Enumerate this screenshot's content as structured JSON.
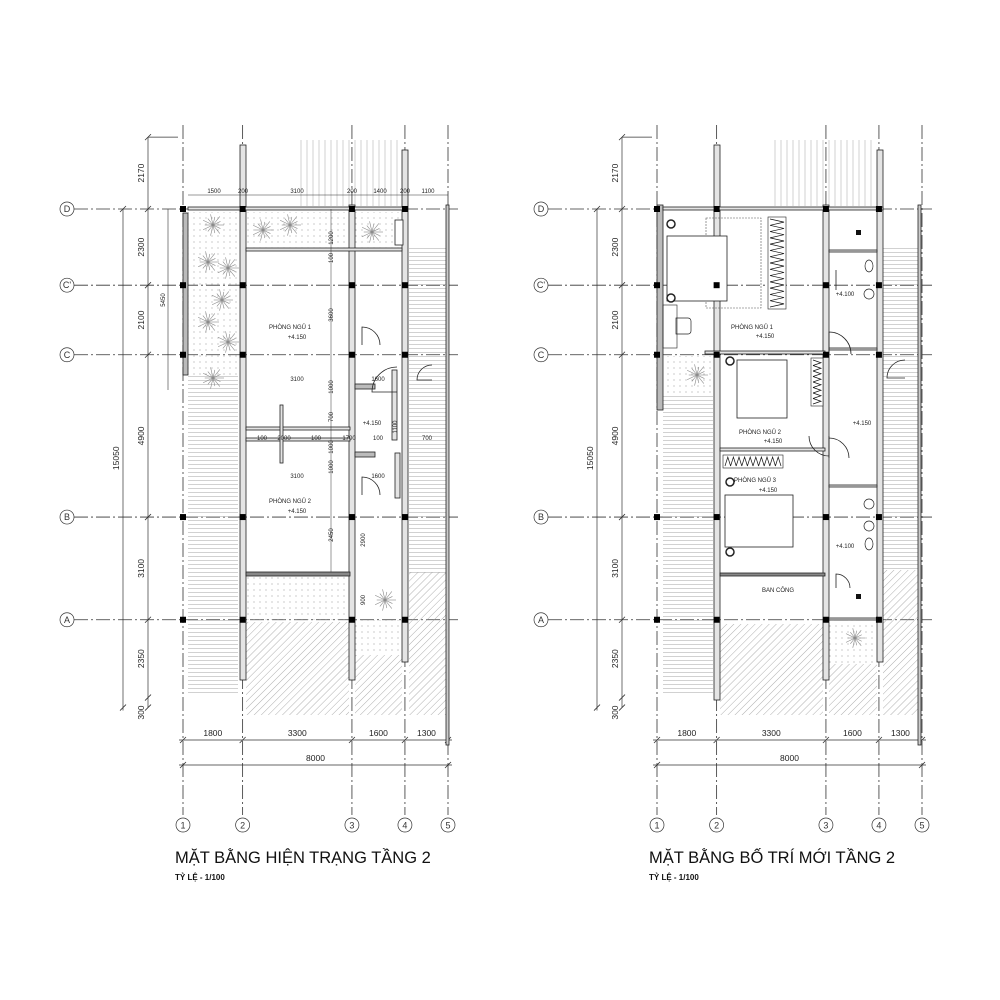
{
  "grid": {
    "columns": [
      "1",
      "2",
      "3",
      "4",
      "5"
    ],
    "rows": [
      "D",
      "C'",
      "C",
      "B",
      "A"
    ],
    "col_spacing": [
      1800,
      3300,
      1600,
      1300
    ],
    "row_spacing": [
      2300,
      2100,
      4900,
      3100
    ]
  },
  "dims": {
    "bottom": [
      "1800",
      "3300",
      "1600",
      "1300"
    ],
    "total_width": "8000",
    "left": [
      "2170",
      "2300",
      "2100",
      "4900",
      "3100",
      "2350",
      "300"
    ],
    "total_height": "15050"
  },
  "plans": [
    {
      "title": "MẶT BẰNG HIỆN TRẠNG TẦNG 2",
      "scale": "TỶ LỆ - 1/100",
      "top_dims": [
        "1500",
        "200",
        "3100",
        "200",
        "1400",
        "200",
        "1100"
      ],
      "extra_dim": "5450",
      "inner_dims": [
        "1200",
        "100",
        "3600",
        "3100",
        "1600",
        "1000",
        "700",
        "1000",
        "100",
        "2000",
        "100",
        "1700",
        "100",
        "1100",
        "700",
        "1000",
        "3100",
        "1600",
        "2450",
        "2900",
        "900"
      ],
      "labels": [
        {
          "text": "PHÒNG NGỦ 1"
        },
        {
          "text": "+4.150"
        },
        {
          "text": "PHÒNG NGỦ 2"
        },
        {
          "text": "+4.150"
        },
        {
          "text": "+4.150"
        }
      ]
    },
    {
      "title": "MẶT BẰNG BỐ TRÍ MỚI TẦNG 2",
      "scale": "TỶ LỆ - 1/100",
      "labels": [
        {
          "text": "PHÒNG NGỦ 1"
        },
        {
          "text": "+4.150"
        },
        {
          "text": "PHÒNG NGỦ 2"
        },
        {
          "text": "+4.150"
        },
        {
          "text": "PHÒNG NGỦ 3"
        },
        {
          "text": "+4.150"
        },
        {
          "text": "BAN CÔNG"
        },
        {
          "text": "+4.100"
        },
        {
          "text": "+4.150"
        },
        {
          "text": "+4.100"
        }
      ]
    }
  ]
}
